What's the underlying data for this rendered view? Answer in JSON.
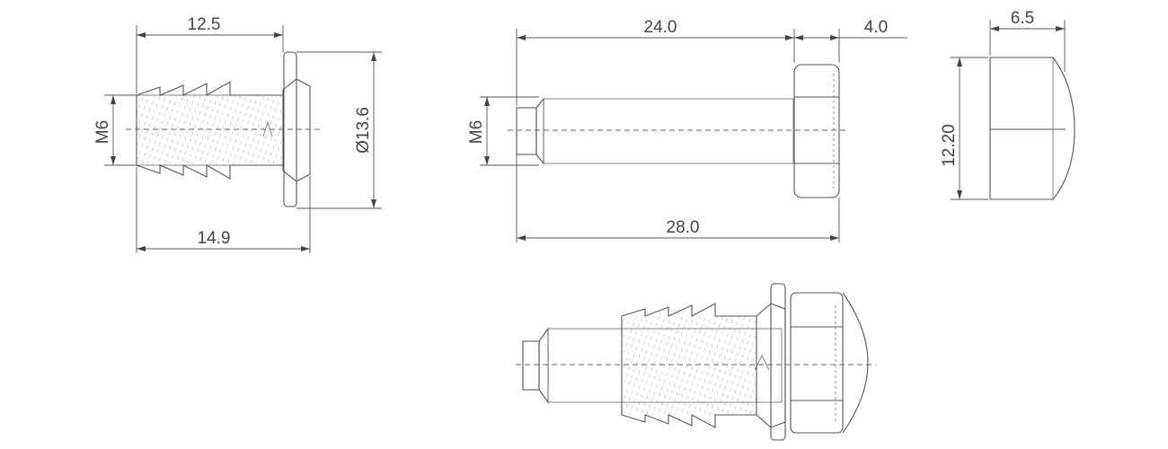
{
  "view_insert": {
    "dim_top": "12.5",
    "dim_bottom": "14.9",
    "dim_thread": "M6",
    "dim_diameter": "Ø13.6"
  },
  "view_bolt": {
    "dim_shank": "24.0",
    "dim_head": "4.0",
    "dim_overall": "28.0",
    "dim_thread": "M6"
  },
  "view_cap": {
    "dim_width": "6.5",
    "dim_height": "12.20"
  }
}
